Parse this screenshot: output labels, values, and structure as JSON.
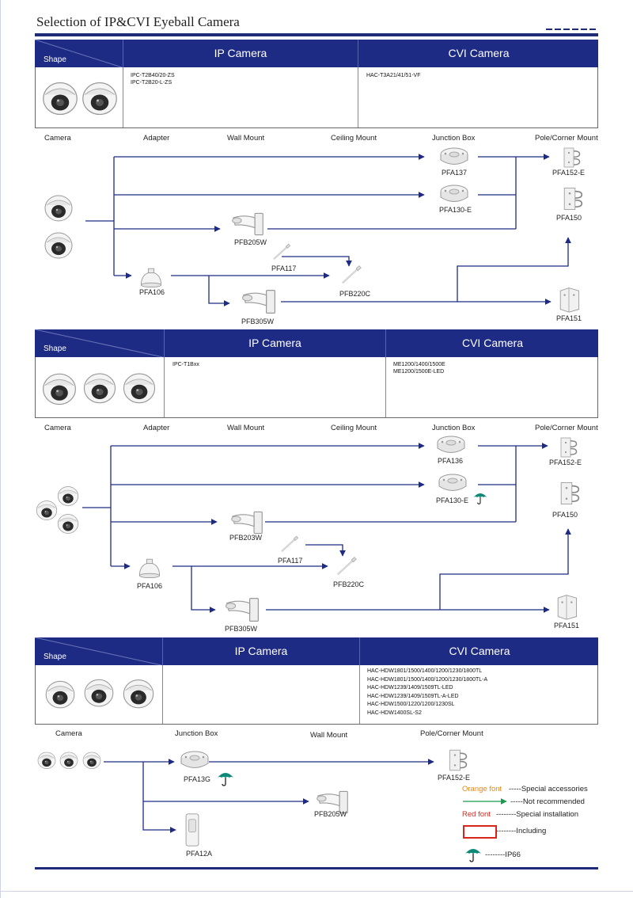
{
  "page": {
    "title": "Selection of  IP&CVI Eyeball Camera"
  },
  "categories": {
    "camera": "Camera",
    "adapter": "Adapter",
    "wall_mount": "Wall Mount",
    "ceiling_mount": "Ceiling Mount",
    "junction_box": "Junction Box",
    "pole_corner": "Pole/Corner Mount"
  },
  "sections": [
    {
      "shape_label": "Shape",
      "ip_header": "IP Camera",
      "cvi_header": "CVI Camera",
      "ip_models": [
        "IPC-T2B40/20-ZS",
        "IPC-T2B20-L-ZS"
      ],
      "cvi_models": [
        "HAC-T3A21/41/51-VF"
      ],
      "products": {
        "pfa137": "PFA137",
        "pfa130e": "PFA130-E",
        "pfb205w": "PFB205W",
        "pfa117": "PFA117",
        "pfa106": "PFA106",
        "pfb220c": "PFB220C",
        "pfb305w": "PFB305W",
        "pfa152e": "PFA152-E",
        "pfa150": "PFA150",
        "pfa151": "PFA151"
      }
    },
    {
      "shape_label": "Shape",
      "ip_header": "IP Camera",
      "cvi_header": "CVI Camera",
      "ip_models": [
        "IPC-T1Bxx"
      ],
      "cvi_models": [
        "ME1200/1400/1500E",
        "ME1200/1500E-LED"
      ],
      "products": {
        "pfa136": "PFA136",
        "pfa130e": "PFA130-E",
        "pfb203w": "PFB203W",
        "pfa117": "PFA117",
        "pfa106": "PFA106",
        "pfb220c": "PFB220C",
        "pfb305w": "PFB305W",
        "pfa152e": "PFA152-E",
        "pfa150": "PFA150",
        "pfa151": "PFA151"
      }
    },
    {
      "shape_label": "Shape",
      "ip_header": "IP Camera",
      "cvi_header": "CVI Camera",
      "ip_models": [],
      "cvi_models": [
        "HAC-HDW1801/1500/1400/1200/1230/1800TL",
        "HAC-HDW1801/1500/1400/1200/1230/1800TL-A",
        "HAC-HDW1239/1409/1509TL-LED",
        "HAC-HDW1239/1409/1509TL-A-LED",
        "HAC-HDW1500/1220/1200/1230SL",
        "HAC-HDW1400SL-S2"
      ],
      "products": {
        "pfa13g": "PFA13G",
        "pfb205w": "PFB205W",
        "pfa12a": "PFA12A",
        "pfa152e": "PFA152-E"
      }
    }
  ],
  "legend": {
    "orange_font": "Orange font",
    "special_accessories": "-----Special accessories",
    "not_recommended": "-----Not recommended",
    "red_font": "Red font",
    "special_installation": "--------Special installation",
    "including": "--------Including",
    "ip66": "--------IP66"
  },
  "colors": {
    "header_blue": "#1e2b85",
    "wire_blue": "#1e2b85",
    "legend_orange": "#e8871a",
    "legend_red": "#d9261c",
    "legend_green": "#1a9a4a",
    "umbrella_teal": "#0f8a78"
  },
  "icons": [
    "dome-camera-icon",
    "junction-box-icon",
    "wall-mount-icon",
    "pole-mount-icon",
    "corner-mount-icon",
    "pendant-adapter-icon",
    "ceiling-rod-icon",
    "umbrella-ip66-icon"
  ]
}
